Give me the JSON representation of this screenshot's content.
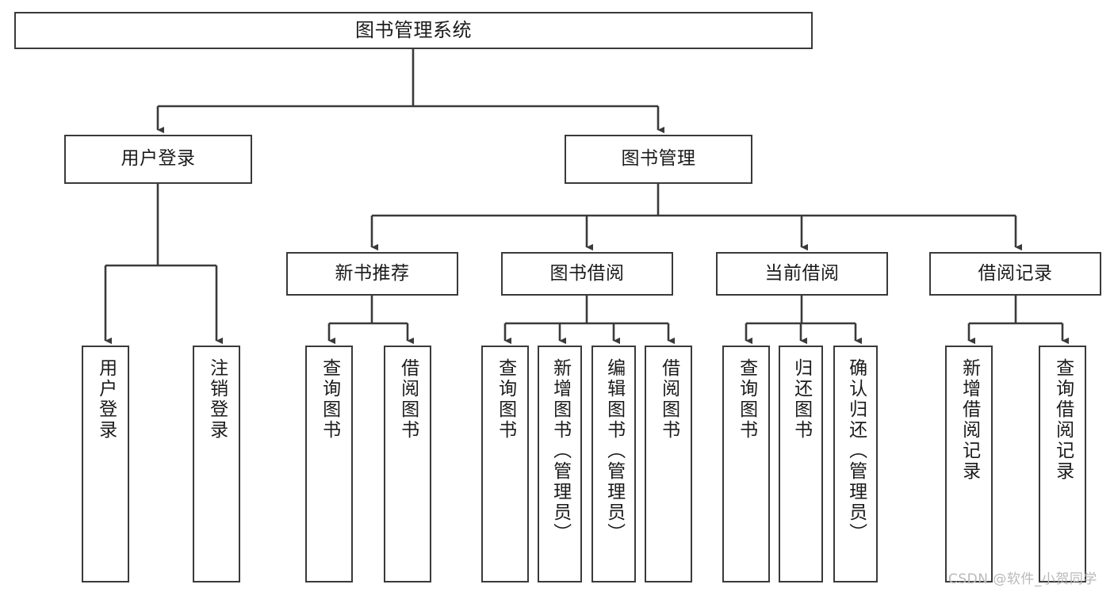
{
  "diagram": {
    "title": "图书管理系统",
    "type": "tree-hierarchy",
    "orientation": "top-down",
    "line_color": "#3a3a3a",
    "box_fill": "#ffffff",
    "text_color": "#1b1b1b",
    "levels": 4
  },
  "nodes": {
    "root": {
      "label": "图书管理系统"
    },
    "level2": [
      {
        "label": "用户登录"
      },
      {
        "label": "图书管理"
      }
    ],
    "level3": [
      {
        "label": "新书推荐"
      },
      {
        "label": "图书借阅"
      },
      {
        "label": "当前借阅"
      },
      {
        "label": "借阅记录"
      }
    ],
    "leaves": {
      "user_login": [
        {
          "label": "用户登录"
        },
        {
          "label": "注销登录"
        }
      ],
      "new_book_recommend": [
        {
          "label": "查询图书"
        },
        {
          "label": "借阅图书"
        }
      ],
      "book_borrow": [
        {
          "label": "查询图书"
        },
        {
          "label": "新增图书（管理员）"
        },
        {
          "label": "编辑图书（管理员）"
        },
        {
          "label": "借阅图书"
        }
      ],
      "current_borrow": [
        {
          "label": "查询图书"
        },
        {
          "label": "归还图书"
        },
        {
          "label": "确认归还（管理员）"
        }
      ],
      "borrow_record": [
        {
          "label": "新增借阅记录"
        },
        {
          "label": "查询借阅记录"
        }
      ]
    }
  },
  "watermark": {
    "text": "CSDN @软件_小贺同学"
  }
}
